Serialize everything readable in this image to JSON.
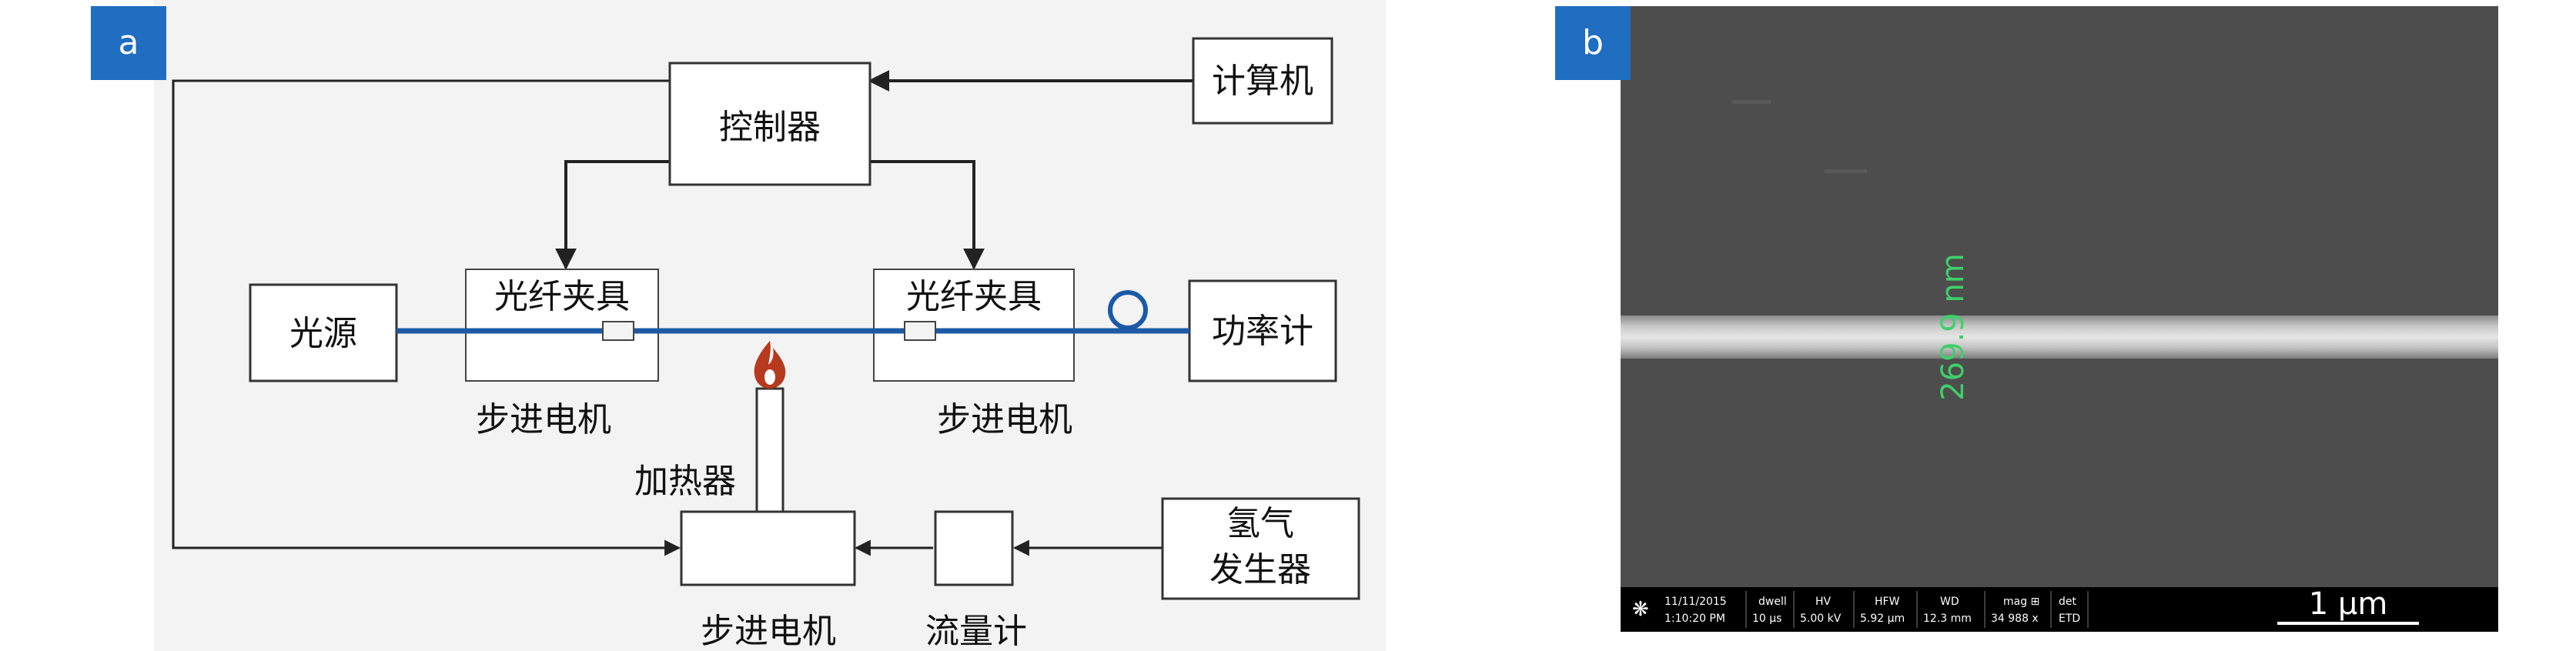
{
  "panel_a": {
    "label": "a",
    "boxes": {
      "computer": "计算机",
      "controller": "控制器",
      "light_source": "光源",
      "fiber_clamp_left": "光纤夹具",
      "fiber_clamp_right": "光纤夹具",
      "power_meter": "功率计",
      "flow_meter": "流量计",
      "hydrogen_generator_line1": "氢气",
      "hydrogen_generator_line2": "发生器"
    },
    "labels": {
      "stepper_motor_left": "步进电机",
      "stepper_motor_right": "步进电机",
      "stepper_motor_bottom": "步进电机",
      "heater": "加热器",
      "flow_meter": "流量计"
    }
  },
  "panel_b": {
    "label": "b",
    "measurement": "269.9 nm",
    "scale_bar": "1 μm",
    "info_bar": {
      "date": "11/11/2015",
      "time": "1:10:20 PM",
      "dwell_label": "dwell",
      "dwell_value": "10 μs",
      "hv_label": "HV",
      "hv_value": "5.00 kV",
      "hfw_label": "HFW",
      "hfw_value": "5.92 μm",
      "wd_label": "WD",
      "wd_value": "12.3 mm",
      "mag_label": "mag ⊞",
      "mag_value": "34 988 x",
      "det_label": "det",
      "det_value": "ETD"
    },
    "colors": {
      "measurement": "#3fd06a",
      "background": "#4d4d4d"
    }
  },
  "colors": {
    "label_bg": "#1f6ec1",
    "fiber": "#1c5aa6",
    "flame": "#b53a1e"
  }
}
